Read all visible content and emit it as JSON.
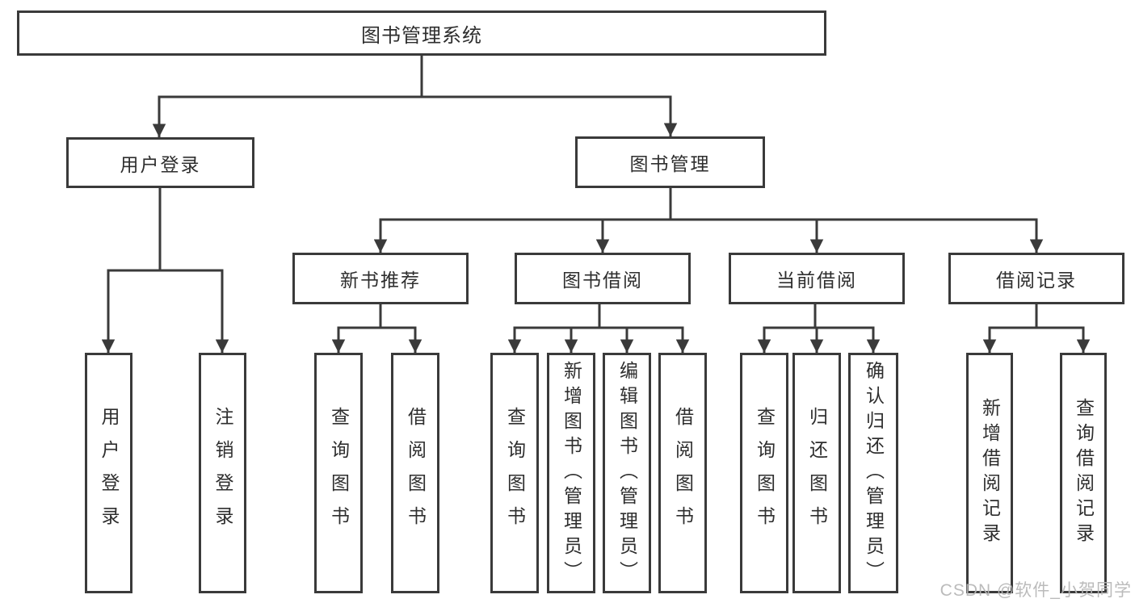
{
  "colors": {
    "line": "#3a3a3a",
    "box_border": "#3a3a3a",
    "text": "#2e2e2e",
    "background": "#ffffff",
    "watermark": "#b6b6b6"
  },
  "watermark": {
    "text": "CSDN @软件_小贺同学"
  },
  "tree": {
    "root": {
      "label": "图书管理系统"
    },
    "branches": [
      {
        "label": "用户登录",
        "children": [
          {
            "label": "用户登录"
          },
          {
            "label": "注销登录"
          }
        ]
      },
      {
        "label": "图书管理",
        "children": [
          {
            "label": "新书推荐",
            "children": [
              {
                "label": "查询图书"
              },
              {
                "label": "借阅图书"
              }
            ]
          },
          {
            "label": "图书借阅",
            "children": [
              {
                "label": "查询图书"
              },
              {
                "label": "新增图书（管理员）"
              },
              {
                "label": "编辑图书（管理员）"
              },
              {
                "label": "借阅图书"
              }
            ]
          },
          {
            "label": "当前借阅",
            "children": [
              {
                "label": "查询图书"
              },
              {
                "label": "归还图书"
              },
              {
                "label": "确认归还（管理员）"
              }
            ]
          },
          {
            "label": "借阅记录",
            "children": [
              {
                "label": "新增借阅记录"
              },
              {
                "label": "查询借阅记录"
              }
            ]
          }
        ]
      }
    ]
  }
}
